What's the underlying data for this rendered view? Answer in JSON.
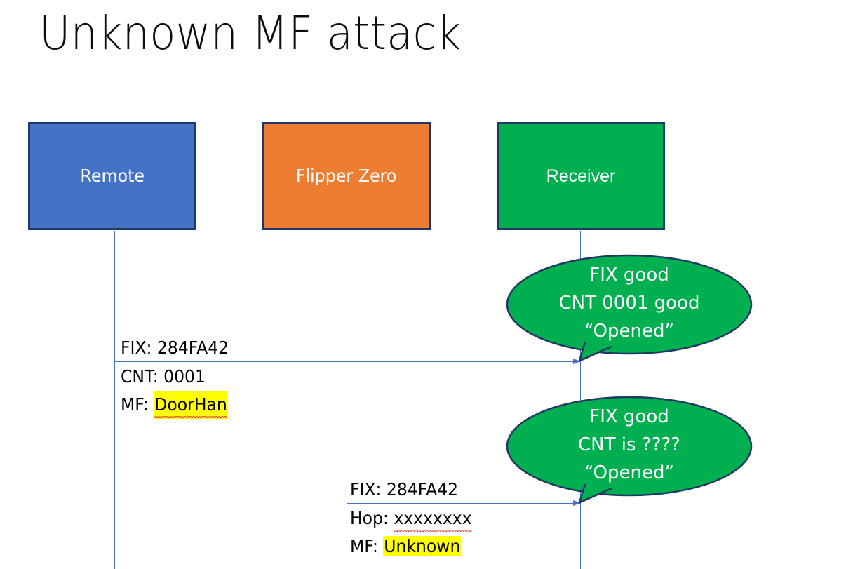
{
  "slide": {
    "title": "Unknown MF attack",
    "background": "#ffffff"
  },
  "colors": {
    "remote_fill": "#4472C4",
    "flipper_fill": "#ED7D31",
    "receiver_fill": "#00B050",
    "box_border": "#1F3864",
    "lifeline": "#4472C4",
    "arrow": "#4472C4",
    "highlight": "#FFFF00",
    "spellcheck_underline": "#E03A2F",
    "text_dark": "#000000",
    "text_light": "#FFFFFF"
  },
  "actors": [
    {
      "id": "remote",
      "label": "Remote"
    },
    {
      "id": "flipper",
      "label": "Flipper Zero"
    },
    {
      "id": "receiver",
      "label": "Receiver"
    }
  ],
  "messages": [
    {
      "id": "message-1",
      "from": "remote",
      "to": "receiver",
      "above_label": "FIX: 284FA42",
      "below_line_1_prefix": "CNT: 0001",
      "below_line_2_prefix": "MF: ",
      "below_line_2_value": "DoorHan",
      "below_line_2_highlighted": true,
      "below_line_2_spellchecked": true
    },
    {
      "id": "message-2",
      "from": "flipper",
      "to": "receiver",
      "above_label": "FIX: 284FA42",
      "below_line_1_prefix": "Hop: ",
      "below_line_1_value": "xxxxxxxx",
      "below_line_1_spellchecked": true,
      "below_line_2_prefix": "MF: ",
      "below_line_2_value": "Unknown",
      "below_line_2_highlighted": true,
      "below_line_2_spellchecked": false
    }
  ],
  "bubbles": [
    {
      "id": "bubble-1",
      "line1": "FIX good",
      "line2": "CNT 0001 good",
      "line3": "“Opened”"
    },
    {
      "id": "bubble-2",
      "line1": "FIX good",
      "line2": "CNT is ????",
      "line3": "“Opened”"
    }
  ]
}
